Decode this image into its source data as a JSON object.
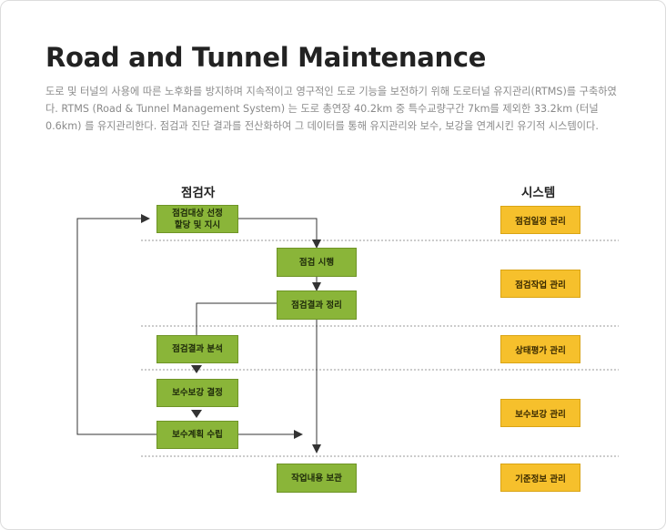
{
  "title": "Road and Tunnel Maintenance",
  "description": "도로 및 터널의 사용에 따른 노후화를 방지하며 지속적이고 영구적인 도로 기능을 보전하기 위해 도로터널 유지관리(RTMS)를 구축하였다. RTMS (Road & Tunnel Management System) 는 도로 총연장 40.2km 중 특수교량구간 7km를 제외한 33.2km (터널 0.6km) 를 유지관리한다. 점검과 진단 결과를 전산화하여 그 데이터를 통해 유지관리와 보수, 보강을 연계시킨 유기적 시스템이다.",
  "headers": {
    "inspector": "점검자",
    "system": "시스템"
  },
  "process": {
    "select_target": "점검대상 선정\n할당 및 지시",
    "inspection": "점검 시행",
    "organize_results": "점검결과 정리",
    "analyze_results": "점검결과 분석",
    "repair_decision": "보수보강 결정",
    "repair_plan": "보수계획 수립",
    "work_report": "작업내용 보관"
  },
  "system_items": {
    "schedule": "점검일정 관리",
    "work": "점검작업 관리",
    "condition": "상태평가 관리",
    "repair": "보수보강 관리",
    "base_info": "기준정보 관리"
  },
  "colors": {
    "process_box": "#8ab539",
    "system_box": "#f6c02c",
    "line": "#333333",
    "divider": "#999999"
  }
}
